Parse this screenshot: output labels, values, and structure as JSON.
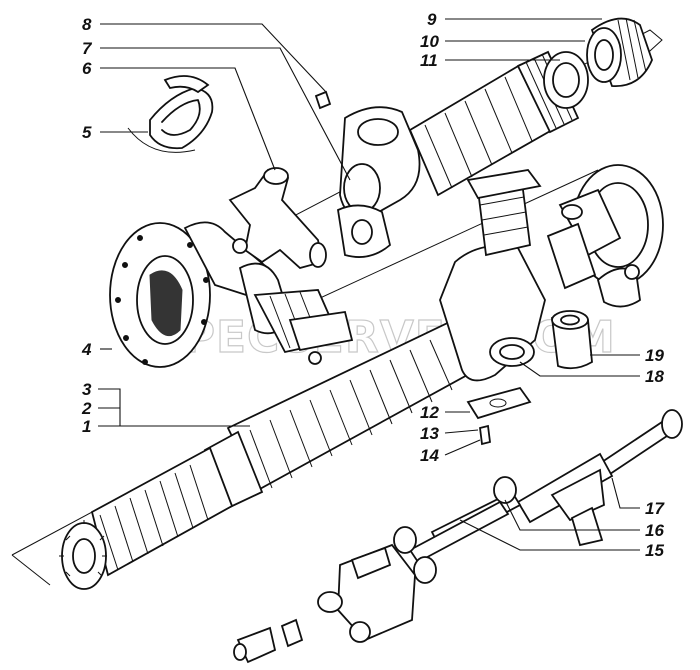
{
  "watermark": "SPECSERVER.COM",
  "callouts": {
    "c1": "1",
    "c2": "2",
    "c3": "3",
    "c4": "4",
    "c5": "5",
    "c6": "6",
    "c7": "7",
    "c8": "8",
    "c9": "9",
    "c10": "10",
    "c11": "11",
    "c12": "12",
    "c13": "13",
    "c14": "14",
    "c15": "15",
    "c16": "16",
    "c17": "17",
    "c18": "18",
    "c19": "19"
  }
}
